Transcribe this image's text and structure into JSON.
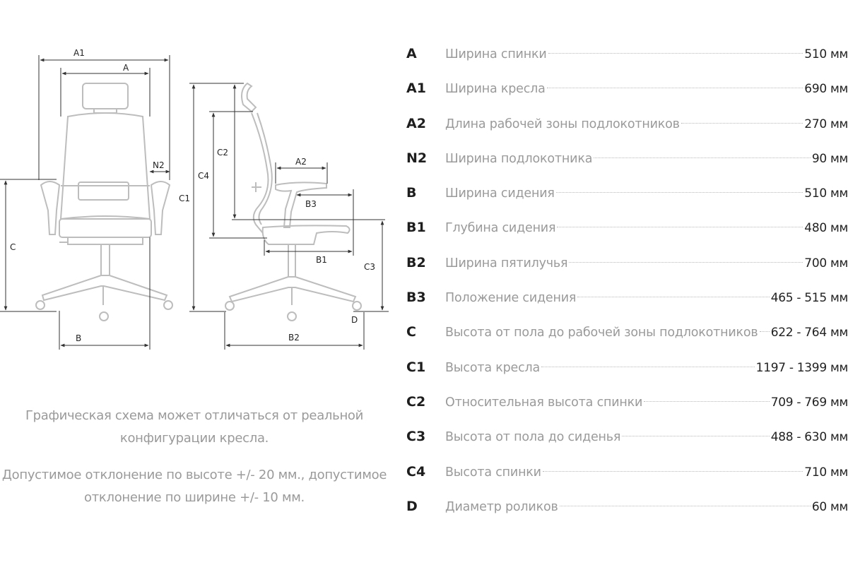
{
  "diagram": {
    "front_labels": {
      "a1": "A1",
      "a": "A",
      "n2": "N2",
      "c": "C",
      "b": "B"
    },
    "side_labels": {
      "c1": "C1",
      "c4": "C4",
      "c2": "C2",
      "a2": "A2",
      "b3": "B3",
      "b1": "B1",
      "c3": "C3",
      "d": "D",
      "b2": "B2"
    }
  },
  "specs": [
    {
      "code": "A",
      "name": "Ширина спинки",
      "value": "510 мм"
    },
    {
      "code": "A1",
      "name": "Ширина кресла",
      "value": "690 мм"
    },
    {
      "code": "A2",
      "name": "Длина рабочей зоны подлокотников",
      "value": "270 мм"
    },
    {
      "code": "N2",
      "name": "Ширина подлокотника",
      "value": "90 мм"
    },
    {
      "code": "B",
      "name": "Ширина сидения",
      "value": "510 мм"
    },
    {
      "code": "B1",
      "name": "Глубина сидения",
      "value": "480 мм"
    },
    {
      "code": "B2",
      "name": "Ширина пятилучья",
      "value": "700 мм"
    },
    {
      "code": "B3",
      "name": "Положение сидения",
      "value": "465 - 515 мм"
    },
    {
      "code": "C",
      "name": "Высота от пола до рабочей зоны подлокотников",
      "value": "622 - 764 мм"
    },
    {
      "code": "C1",
      "name": "Высота кресла",
      "value": "1197 - 1399 мм"
    },
    {
      "code": "C2",
      "name": "Относительная высота спинки",
      "value": "709 - 769 мм"
    },
    {
      "code": "C3",
      "name": "Высота от пола до сиденья",
      "value": "488 - 630 мм"
    },
    {
      "code": "C4",
      "name": "Высота спинки",
      "value": "710 мм"
    },
    {
      "code": "D",
      "name": "Диаметр роликов",
      "value": "60 мм"
    }
  ],
  "notes": {
    "disclaimer": "Графическая схема может отличаться от реальной конфигурации кресла.",
    "tolerance": "Допустимое отклонение по высоте +/- 20 мм., допустимое отклонение по ширине +/- 10 мм."
  },
  "colors": {
    "chair_stroke": "#bdbdbd",
    "dimension_line": "#333333",
    "spec_name": "#9a9a9a",
    "spec_code": "#1e1e1e"
  }
}
